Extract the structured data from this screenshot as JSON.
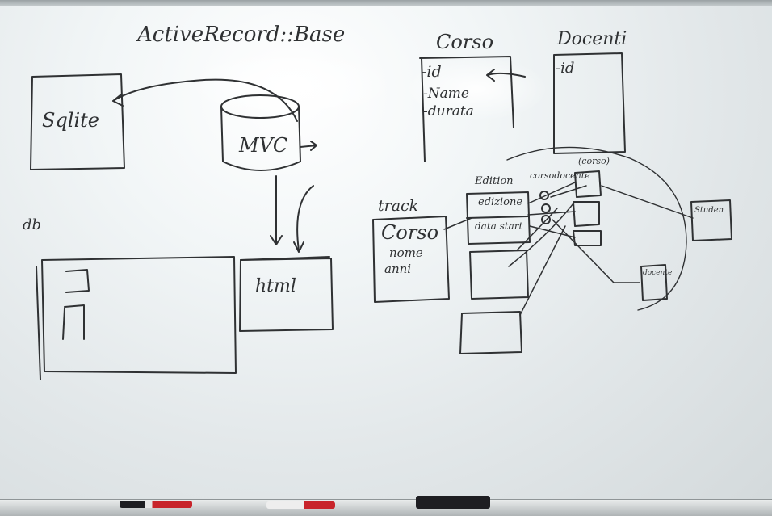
{
  "board": {
    "title": "ActiveRecord::Base",
    "sqlite_label": "Sqlite",
    "mvc_label": "MVC",
    "html_label": "html",
    "corner_label": "db",
    "corso_table": {
      "title": "Corso",
      "fields": [
        "-id",
        "-Name",
        "-durata"
      ]
    },
    "docenti_table": {
      "title": "Docenti",
      "fields": [
        "-id"
      ]
    },
    "track_box": {
      "title": "track",
      "heading": "Corso",
      "lines": [
        "nome",
        "anni"
      ]
    },
    "edition_box": {
      "title": "Edition",
      "fields": [
        "edizione",
        "data start"
      ],
      "side_label": "corsodocente",
      "group_label": "(corso)"
    },
    "student_label": "Studen",
    "docente_label": "docente"
  },
  "colors": {
    "ink": "#2f3133",
    "marker_red": "#c8242b",
    "marker_black": "#1e1e22",
    "marker_blue": "#1c3f7a"
  }
}
